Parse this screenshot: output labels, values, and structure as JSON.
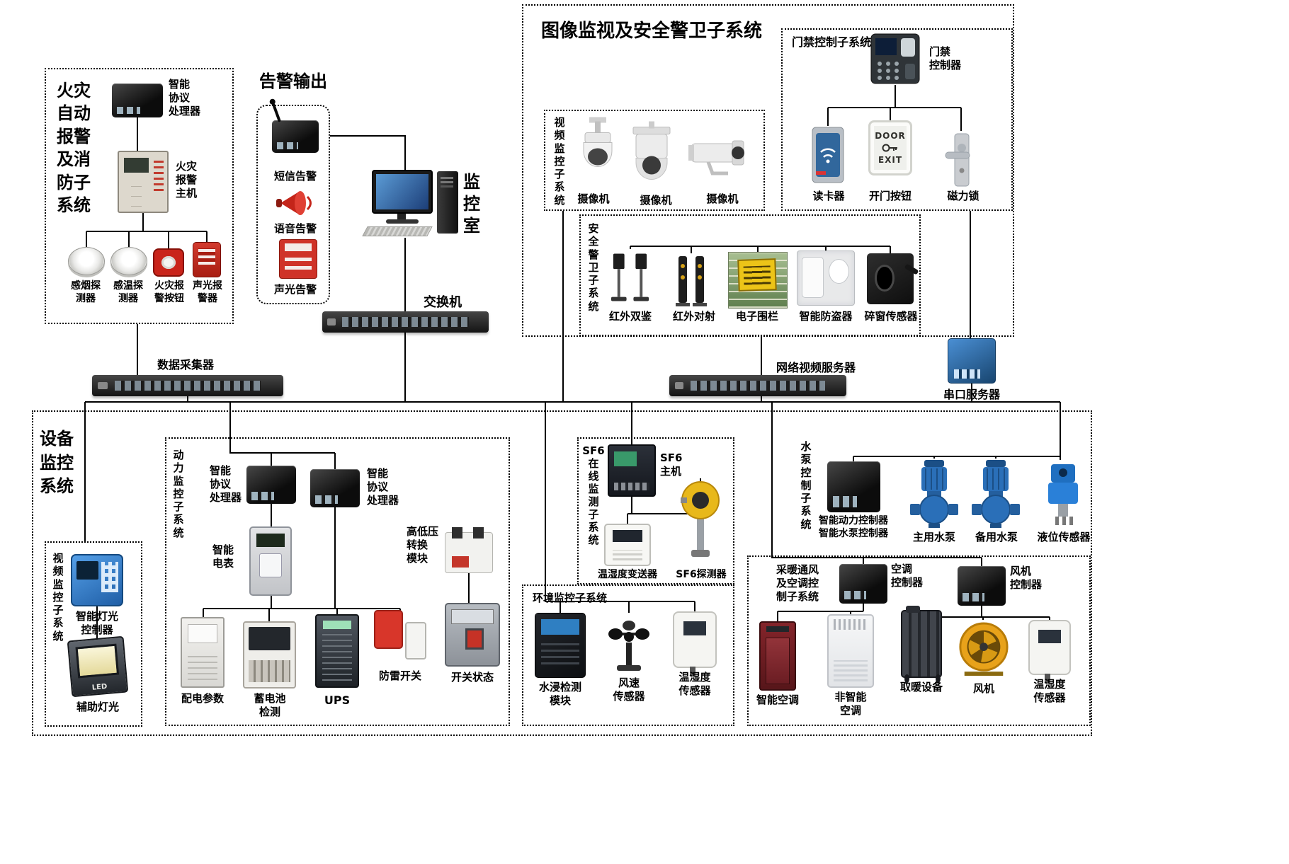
{
  "palette": {
    "line": "#000000",
    "alarm_red": "#c9241b",
    "device_black": "#1a1a1a",
    "pump_blue": "#2a6fb8",
    "fan_yellow": "#e8a21a",
    "controller_blue": "#2f7fc2"
  },
  "fire": {
    "title": "火灾\n自动\n报警\n及消\n防子\n系统",
    "processor": "智能\n协议\n处理器",
    "host": "火灾\n报警\n主机",
    "smoke": "感烟探\n测器",
    "temp": "感温探\n测器",
    "button": "火灾报\n警按钮",
    "sounder": "声光报\n警器"
  },
  "alarm_out": {
    "title": "告警输出",
    "sms": "短信告警",
    "voice": "语音告警",
    "light": "声光告警"
  },
  "monitor_room": {
    "title": "监\n控\n室"
  },
  "net": {
    "switch": "交换机",
    "collector": "数据采集器",
    "nvs": "网络视频服务器",
    "serial": "串口服务器"
  },
  "surveillance": {
    "title": "图像监视及安全警卫子系统",
    "access": {
      "title": "门禁控制子系统",
      "controller": "门禁\n控制器",
      "reader": "读卡器",
      "door_button": "开门按钮",
      "door_text_top": "DOOR",
      "door_text_bottom": "EXIT",
      "lock": "磁力锁"
    },
    "video": {
      "title": "视\n频\n监\n控\n子\n系\n统",
      "cam1": "摄像机",
      "cam2": "摄像机",
      "cam3": "摄像机"
    },
    "security": {
      "title": "安\n全\n警\n卫\n子\n系\n统",
      "ir_dual": "红外双鉴",
      "ir_beam": "红外对射",
      "fence": "电子围栏",
      "burglar": "智能防盗器",
      "window": "碎窗传感器"
    }
  },
  "equipment": {
    "title": "设备\n监控\n系统",
    "video": {
      "title": "视\n频\n监\n控\n子\n系\n统",
      "light_ctrl": "智能灯光\n控制器",
      "aux_light": "辅助灯光",
      "led": "LED"
    },
    "power": {
      "title": "动\n力\n监\n控\n子\n系\n统",
      "proc1": "智能\n协议\n处理器",
      "proc2": "智能\n协议\n处理器",
      "meter": "智能\n电表",
      "hv_module": "高低压\n转换\n模块",
      "dist": "配电参数",
      "battery": "蓄电池\n检测",
      "ups": "UPS",
      "lightning": "防雷开关",
      "breaker": "开关状态"
    },
    "sf6": {
      "title": "SF6\n在\n线\n监\n测\n子\n系\n统",
      "host": "SF6\n主机",
      "transmitter": "温湿度变送器",
      "detector": "SF6探测器"
    },
    "env": {
      "title": "环境监控子系统",
      "water": "水浸检测\n模块",
      "wind": "风速\n传感器",
      "th": "温湿度\n传感器"
    },
    "pump": {
      "title": "水\n泵\n控\n制\n子\n系\n统",
      "controller": "智能动力控制器\n智能水泵控制器",
      "main": "主用水泵",
      "backup": "备用水泵",
      "level": "液位传感器"
    },
    "hvac": {
      "title": "采暖通风\n及空调控\n制子系统",
      "ac_ctrl": "空调\n控制器",
      "fan_ctrl": "风机\n控制器",
      "smart_ac": "智能空调",
      "plain_ac": "非智能\n空调",
      "heater": "取暖设备",
      "fan": "风机",
      "th": "温湿度\n传感器"
    }
  }
}
